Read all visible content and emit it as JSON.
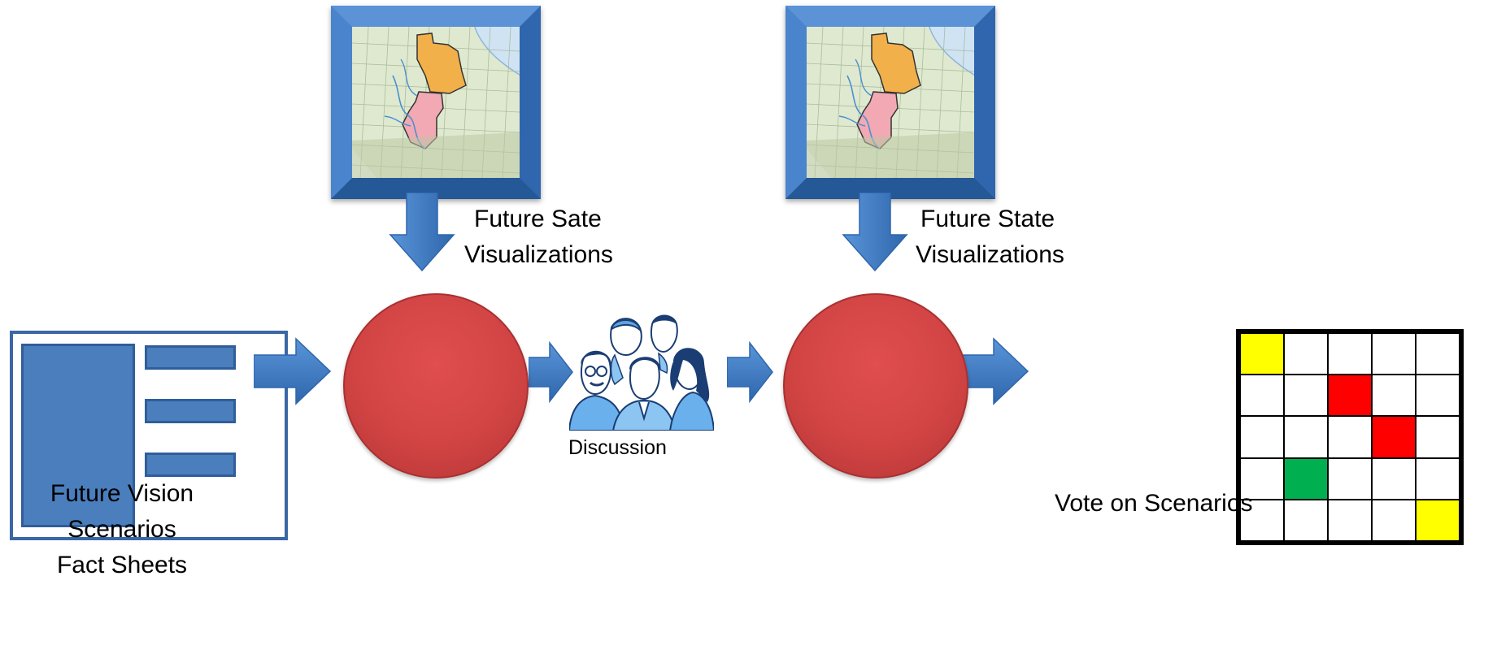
{
  "captions": {
    "top_left": {
      "line1": "Future Sate",
      "line2": "Visualizations"
    },
    "top_right": {
      "line1": "Future State",
      "line2": "Visualizations"
    },
    "discussion": "Discussion",
    "bottom_left": {
      "line1": "Future Vision",
      "line2": "Scenarios",
      "line3": "Fact Sheets"
    },
    "vote": "Vote on Scenarios"
  },
  "vote_grid": {
    "rows": 5,
    "cols": 5,
    "cells": [
      [
        "#ffff00",
        "#ffffff",
        "#ffffff",
        "#ffffff",
        "#ffffff"
      ],
      [
        "#ffffff",
        "#ffffff",
        "#ff0000",
        "#ffffff",
        "#ffffff"
      ],
      [
        "#ffffff",
        "#ffffff",
        "#ffffff",
        "#ff0000",
        "#ffffff"
      ],
      [
        "#ffffff",
        "#00b050",
        "#ffffff",
        "#ffffff",
        "#ffffff"
      ],
      [
        "#ffffff",
        "#ffffff",
        "#ffffff",
        "#ffffff",
        "#ffff00"
      ]
    ]
  },
  "colors": {
    "arrow": "#3f7cc4",
    "circle": "#d24444",
    "frame": "#3f78c2",
    "document": "#4a7ebd"
  },
  "icons": {
    "map": "map-image",
    "people": "people-group-icon"
  }
}
